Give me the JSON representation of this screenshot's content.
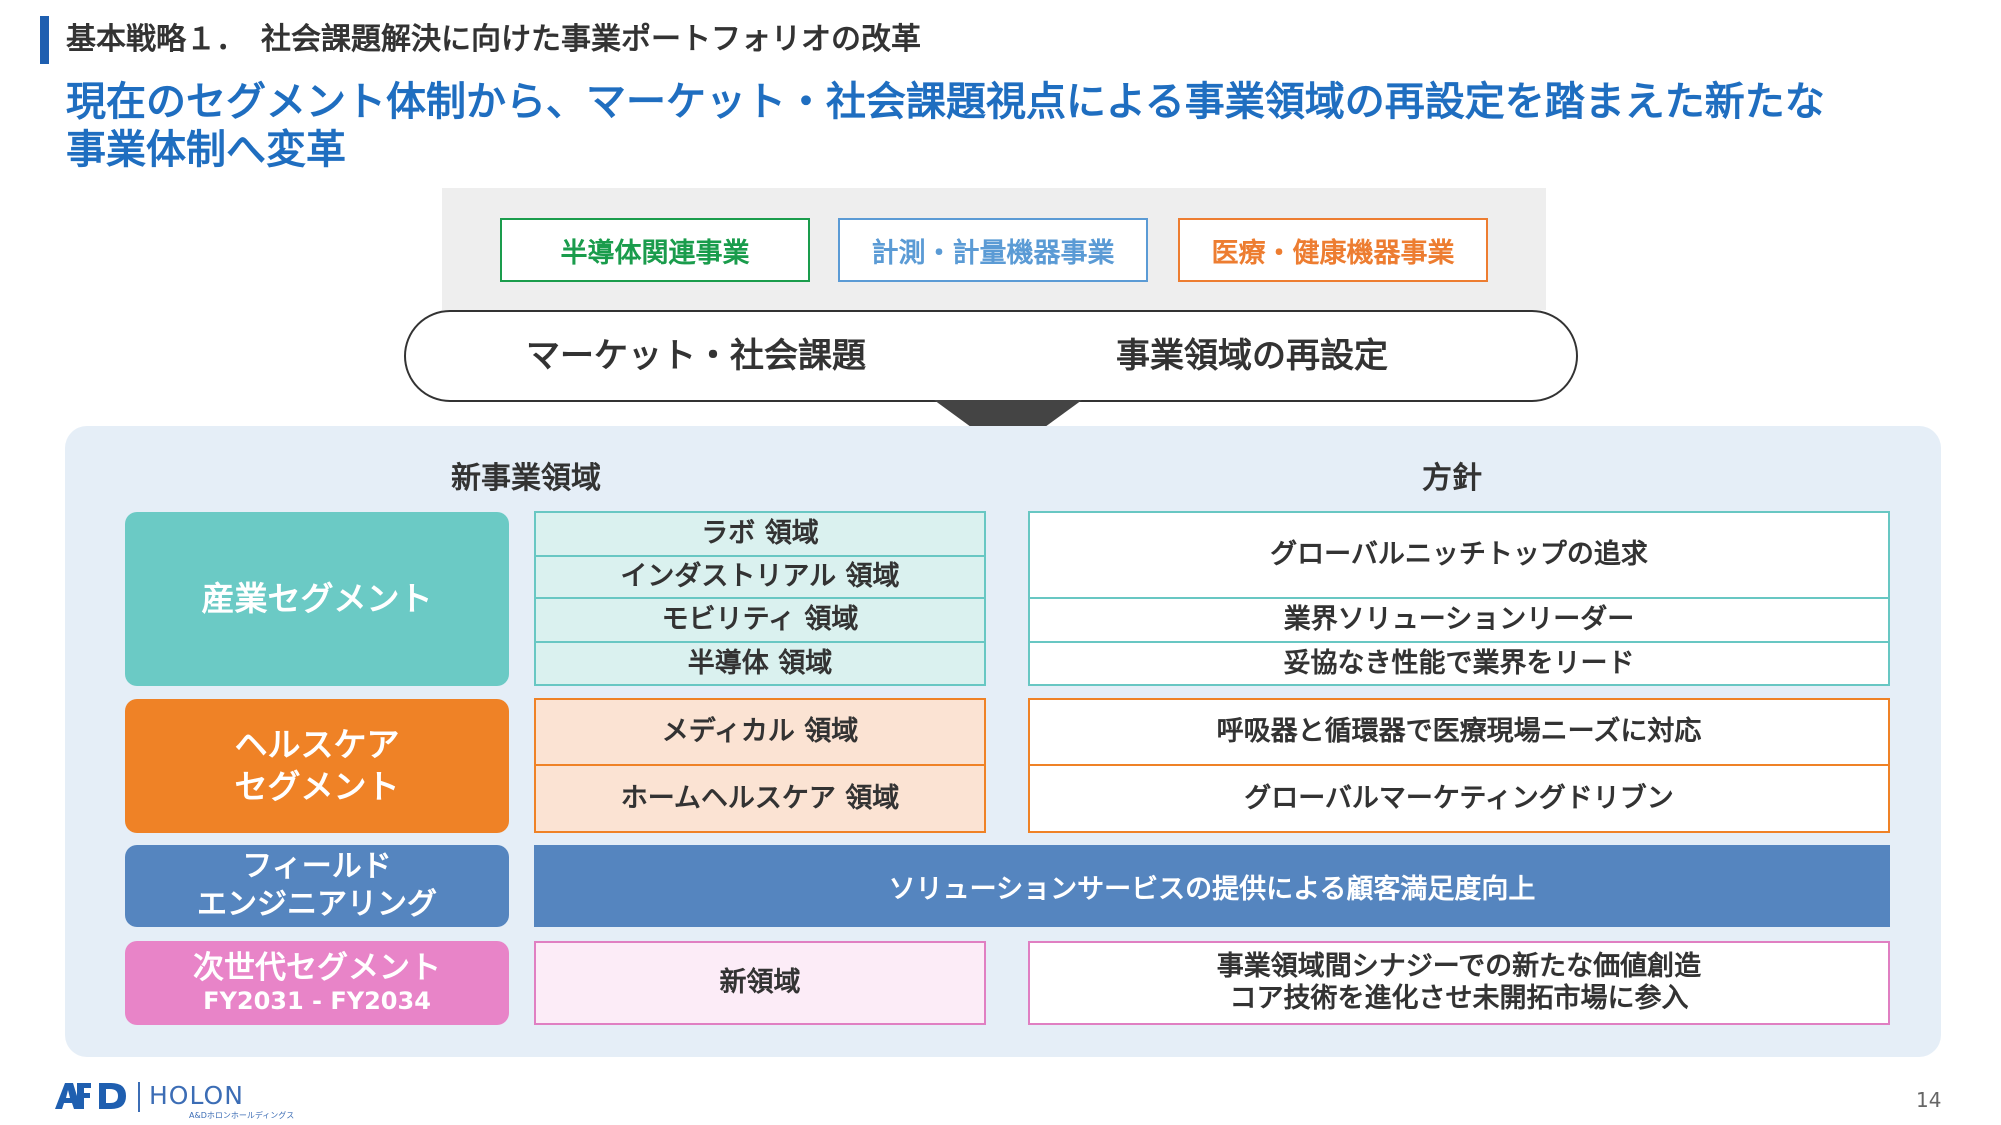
{
  "header": {
    "strategy_title": "基本戦略１．　社会課題解決に向けた事業ポートフォリオの改革",
    "headline_line1": "現在のセグメント体制から、マーケット・社会課題視点による事業領域の再設定を踏まえた新たな",
    "headline_line2": "事業体制へ変革"
  },
  "current_businesses": [
    {
      "label": "半導体関連事業",
      "color": "#1a9c4c"
    },
    {
      "label": "計測・計量機器事業",
      "color": "#5b9bd5"
    },
    {
      "label": "医療・健康機器事業",
      "color": "#ed7d31"
    }
  ],
  "pill": {
    "left": "マーケット・社会課題",
    "right": "事業領域の再設定"
  },
  "columns": {
    "new_domains": "新事業領域",
    "policy": "方針"
  },
  "segments": {
    "industrial": {
      "label": "産業セグメント",
      "color": "#6bcac5",
      "domains": [
        "ラボ 領域",
        "インダストリアル 領域",
        "モビリティ 領域",
        "半導体 領域"
      ],
      "policies": [
        "グローバルニッチトップの追求",
        "業界ソリューションリーダー",
        "妥協なき性能で業界をリード"
      ]
    },
    "healthcare": {
      "label_line1": "ヘルスケア",
      "label_line2": "セグメント",
      "color": "#ef8226",
      "domains": [
        "メディカル 領域",
        "ホームヘルスケア 領域"
      ],
      "policies": [
        "呼吸器と循環器で医療現場ニーズに対応",
        "グローバルマーケティングドリブン"
      ]
    },
    "field": {
      "label_line1": "フィールド",
      "label_line2": "エンジニアリング",
      "color": "#5585bf",
      "policy": "ソリューションサービスの提供による顧客満足度向上"
    },
    "next_gen": {
      "label": "次世代セグメント",
      "period": "FY2031 - FY2034",
      "color": "#e884c8",
      "domain": "新領域",
      "policy_line1": "事業領域間シナジーでの新たな価値創造",
      "policy_line2": "コア技術を進化させ未開拓市場に参入"
    }
  },
  "footer": {
    "logo_brand": "HOLON",
    "logo_sub": "A&Dホロンホールディングス",
    "page_number": "14"
  }
}
